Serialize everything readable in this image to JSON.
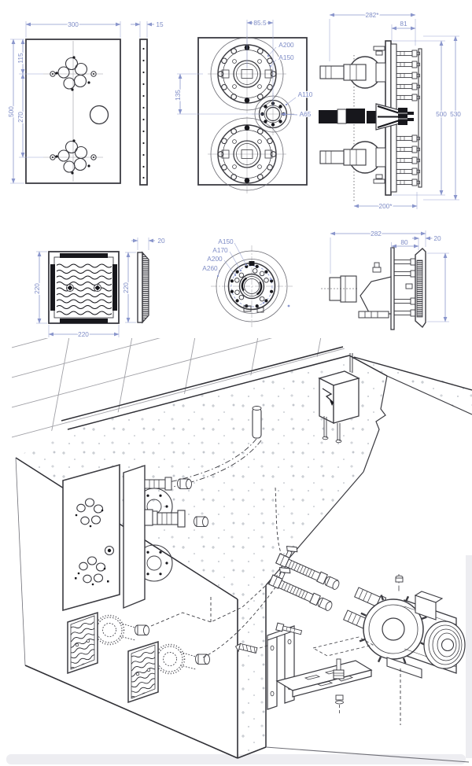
{
  "colors": {
    "ink": "#3b3b41",
    "dimension": "#8a96cc",
    "dark_fill": "#17171c"
  },
  "views": {
    "panel_front": {
      "dim_width": "300",
      "dim_height": "500",
      "dim_upper": "115",
      "dim_mid": "270"
    },
    "panel_side": {
      "dim_thickness": "15"
    },
    "panel_rear": {
      "dim_jet_offset": "85.5",
      "dim_jet_vertical": "135",
      "label_flange_outer": "A200",
      "label_flange_bolt": "A150",
      "label_valve_outer": "A110",
      "label_valve_bore": "A65"
    },
    "assembly_side": {
      "dim_total_depth": "282*",
      "dim_wall_depth": "81",
      "dim_height": "500",
      "dim_total_height": "530",
      "dim_embed": "200*"
    },
    "grille_front": {
      "dim_height": "220",
      "dim_width": "220"
    },
    "grille_side": {
      "dim_height": "220",
      "dim_thickness": "20"
    },
    "flange_detail": {
      "label_1": "A150",
      "label_2": "A170",
      "label_3": "A200",
      "label_4": "A260"
    },
    "suction_side": {
      "dim_total_depth": "282",
      "dim_wall_depth": "80",
      "dim_thickness": "20"
    }
  },
  "iso": {
    "electrical_box_icon": "lightning-bolt"
  }
}
